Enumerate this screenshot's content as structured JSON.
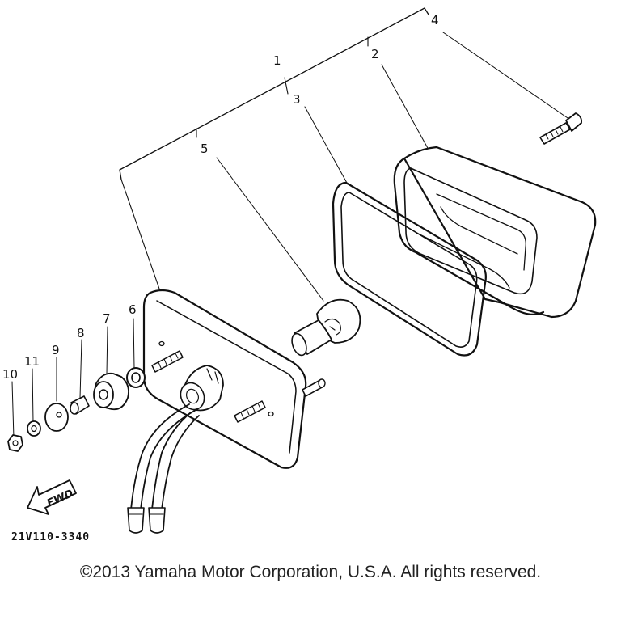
{
  "diagram": {
    "callouts": [
      {
        "id": "1",
        "label": "1"
      },
      {
        "id": "2",
        "label": "2"
      },
      {
        "id": "3",
        "label": "3"
      },
      {
        "id": "4",
        "label": "4"
      },
      {
        "id": "5",
        "label": "5"
      },
      {
        "id": "6",
        "label": "6"
      },
      {
        "id": "7",
        "label": "7"
      },
      {
        "id": "8",
        "label": "8"
      },
      {
        "id": "9",
        "label": "9"
      },
      {
        "id": "10",
        "label": "10"
      },
      {
        "id": "11",
        "label": "11"
      }
    ],
    "direction_label": "FWD",
    "part_code": "21V110-3340"
  },
  "footer": {
    "copyright": "©2013 Yamaha Motor Corporation, U.S.A. All rights reserved."
  }
}
